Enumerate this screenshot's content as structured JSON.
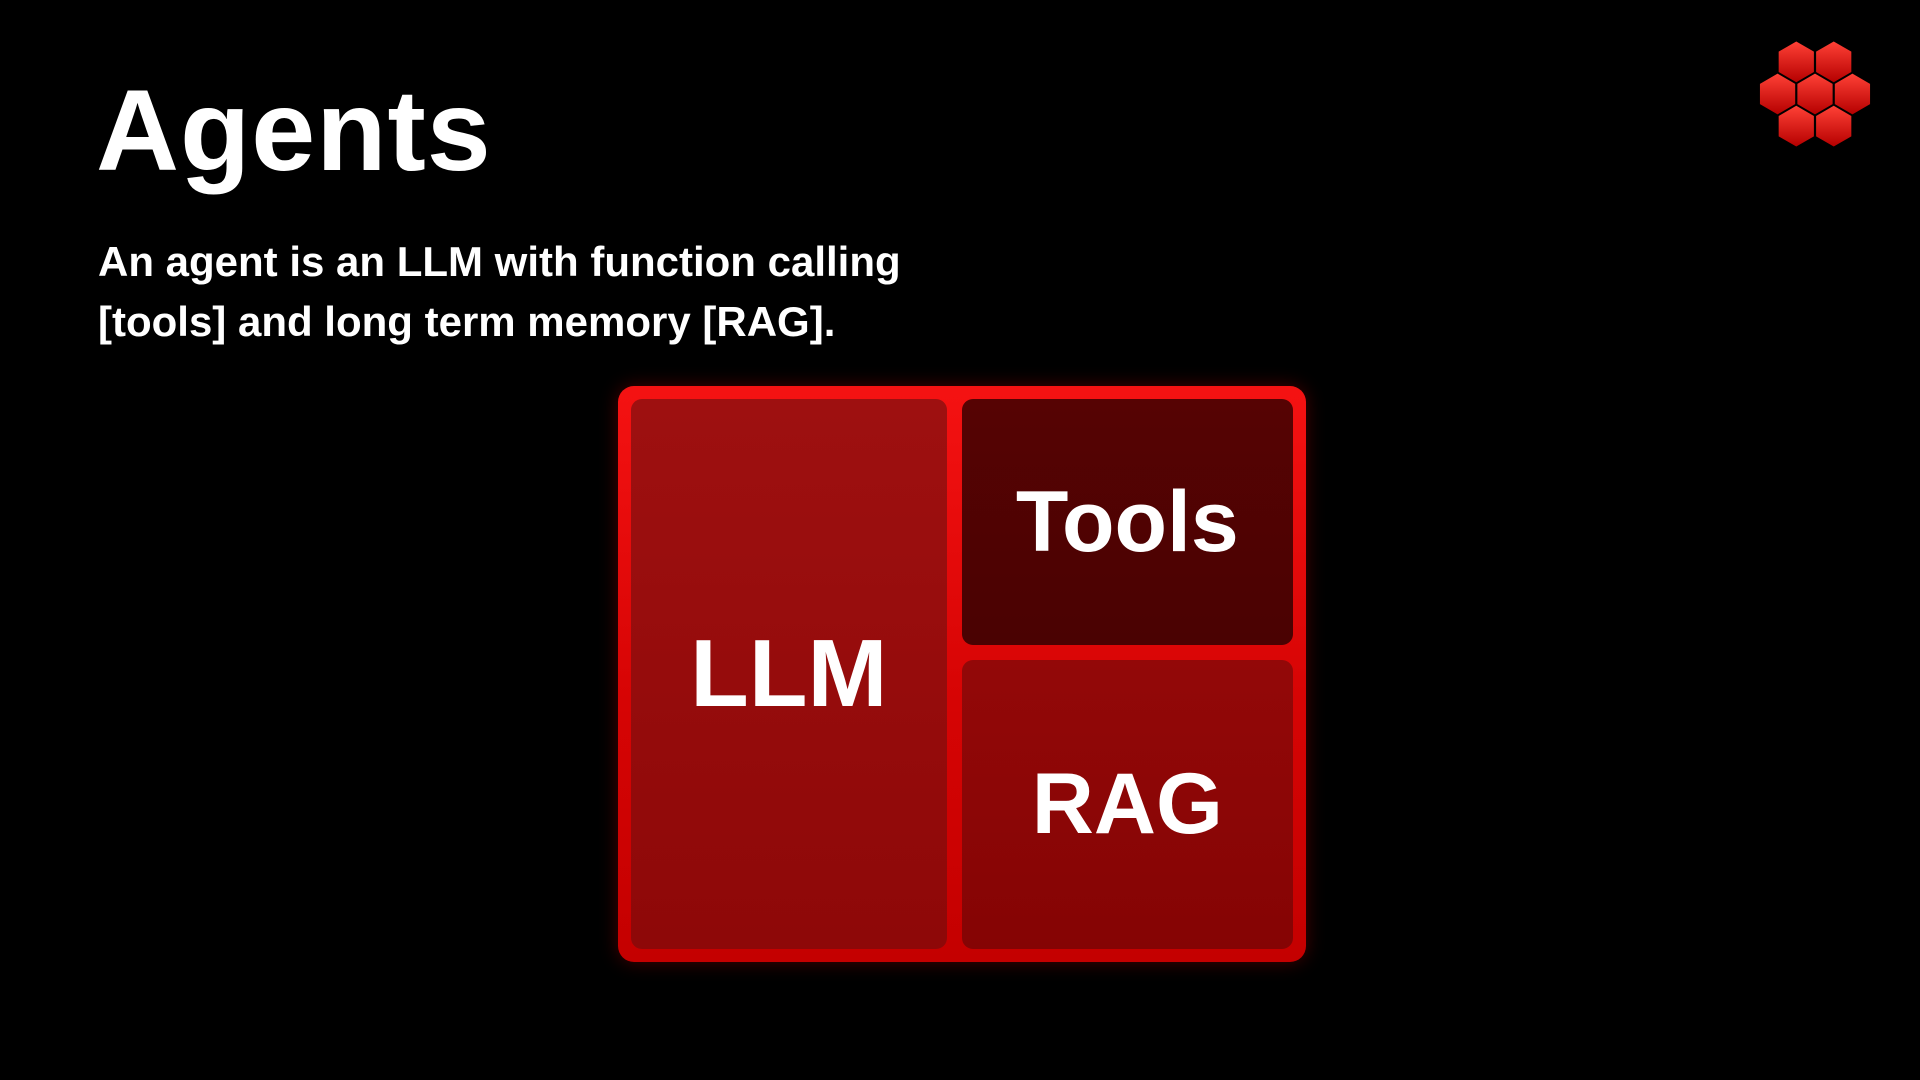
{
  "slide": {
    "title": "Agents",
    "subtitle": [
      "An agent is an LLM with function calling",
      "[tools] and long term memory [RAG]."
    ]
  },
  "diagram": {
    "llm_label": "LLM",
    "tools_label": "Tools",
    "rag_label": "RAG"
  },
  "logo": {
    "name": "hexagon-cluster-logo"
  },
  "colors": {
    "background": "#000000",
    "frame_red": "#e90606",
    "llm_box": "#9a0d0d",
    "tools_box": "#520202",
    "rag_box": "#8e0505",
    "logo_red_light": "#ff4136",
    "logo_red_dark": "#b50000",
    "text": "#ffffff"
  }
}
